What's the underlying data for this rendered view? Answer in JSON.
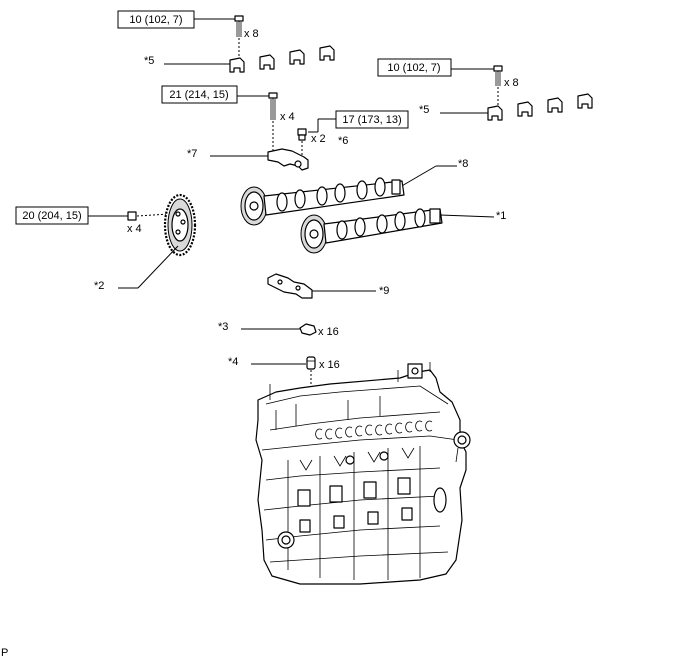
{
  "torque_specs": {
    "t1": "10 (102, 7)",
    "t2": "10 (102, 7)",
    "t3": "21 (214, 15)",
    "t4": "17 (173, 13)",
    "t5": "20 (204, 15)"
  },
  "quantities": {
    "q1": "x 8",
    "q2": "x 8",
    "q3": "x 4",
    "q4": "x 2",
    "q5": "x 4",
    "q6": "x 16",
    "q7": "x 16"
  },
  "callouts": {
    "c1": "*1",
    "c2": "*2",
    "c3": "*3",
    "c4": "*4",
    "c5a": "*5",
    "c5b": "*5",
    "c6": "*6",
    "c7": "*7",
    "c8": "*8",
    "c9": "*9"
  },
  "footer_mark": "P"
}
